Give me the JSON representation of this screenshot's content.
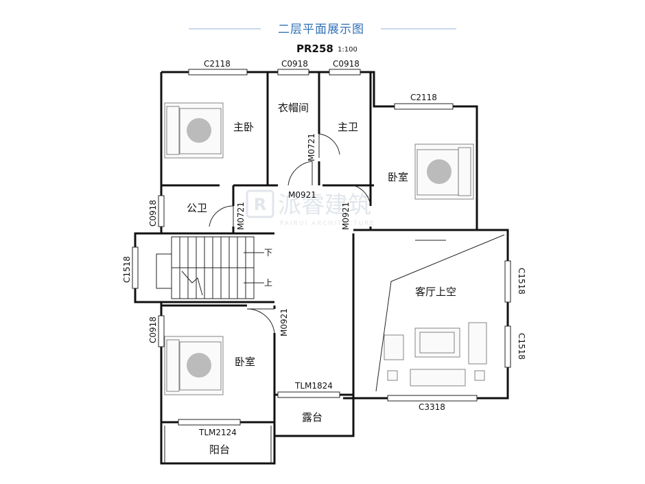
{
  "header": {
    "title": "二层平面展示图",
    "plan_code": "PR258",
    "scale": "1:100"
  },
  "rooms": {
    "master_bedroom": "主卧",
    "cloakroom": "衣帽间",
    "master_bath": "主卫",
    "bedroom_east": "卧室",
    "public_bath": "公卫",
    "living_void": "客厅上空",
    "bedroom_south": "卧室",
    "terrace": "露台",
    "balcony": "阳台"
  },
  "stairs": {
    "down": "下",
    "up": "上"
  },
  "windows": {
    "w_master": "C2118",
    "w_cloak": "C0918",
    "w_bath": "C0918",
    "w_east_bed": "C2118",
    "w_pubbath": "C0918",
    "w_stair": "C1518",
    "w_living1": "C1518",
    "w_living2": "C1518",
    "w_south_bed": "C0918",
    "w_living_bottom": "C3318",
    "door_terrace": "TLM1824",
    "door_balcony": "TLM2124"
  },
  "doors": {
    "d_cloak_bath": "M0721",
    "d_master": "M0921",
    "d_pubbath": "M0721",
    "d_east_bed": "M0921",
    "d_south_bed": "M0921"
  },
  "watermark": {
    "name": "派睿建筑",
    "sub": "PAIRUI ARCHITECTURE"
  },
  "colors": {
    "title_blue": "#2f6fb5",
    "wall": "#111111",
    "watermark": "#c9d3dc"
  }
}
